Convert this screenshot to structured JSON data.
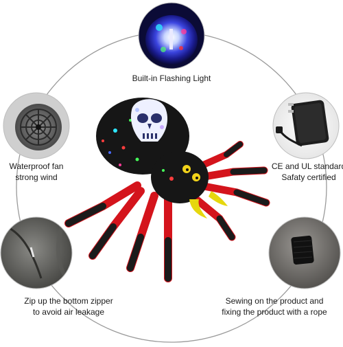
{
  "features": {
    "top": {
      "label": "Built-in Flashing Light"
    },
    "left": {
      "line1": "Waterproof fan",
      "line2": "strong wind"
    },
    "right": {
      "line1": "CE and UL standard",
      "line2": "Safaty certified"
    },
    "bottom_left": {
      "line1": "Zip up the bottom zipper",
      "line2": "to avoid air leakage"
    },
    "bottom_right": {
      "line1": "Sewing on the product and",
      "line2": "fixing the product with a rope"
    }
  },
  "colors": {
    "ring": "#9a9a9a",
    "spider_body": "#161616",
    "leg_red": "#d4141c",
    "leg_black": "#1b1b1b",
    "skull": "#eef0ff",
    "fang": "#e6d70e",
    "eye": "#f1d21a"
  },
  "icons": [
    "flashing-light-icon",
    "fan-icon",
    "power-adapter-icon",
    "zipper-icon",
    "rope-loop-icon"
  ]
}
